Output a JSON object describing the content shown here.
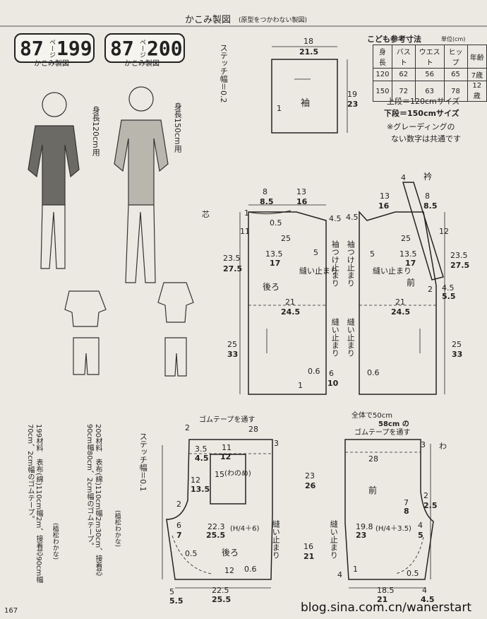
{
  "header": {
    "title": "かこみ製図",
    "subtitle": "(原型をつかわない製図)"
  },
  "badges": [
    {
      "page": "87",
      "page_label": "ページ",
      "number": "199",
      "caption": "かこみ製図"
    },
    {
      "page": "87",
      "page_label": "ページ",
      "number": "200",
      "caption": "かこみ製図"
    }
  ],
  "heights": [
    {
      "label": "身長",
      "value": "120",
      "unit": "cm用"
    },
    {
      "label": "身長",
      "value": "150",
      "unit": "cm用"
    }
  ],
  "size_table": {
    "title": "こども参考寸法",
    "unit": "単位(cm)",
    "headers": [
      "身長",
      "バスト",
      "ウエスト",
      "ヒップ",
      "年齢"
    ],
    "rows": [
      [
        "120",
        "62",
        "56",
        "65",
        "7歳"
      ],
      [
        "150",
        "72",
        "63",
        "78",
        "12歳"
      ]
    ]
  },
  "notes": {
    "upper": "上段＝120cmサイズ",
    "lower": "下段＝150cmサイズ",
    "grading1": "※グレーディングの",
    "grading2": "ない数字は共通です"
  },
  "stitch_top": "ステッチ幅＝0.2",
  "stitch_bottom": "ステッチ幅＝0.1",
  "labels": {
    "sleeve": "袖",
    "back": "後ろ",
    "front": "前",
    "collar": "衿",
    "core": "芯",
    "sleeve_stop": "袖つけ止まり",
    "sew_stop": "縫い止まり",
    "gom_tape": "ゴムテープを通す",
    "whole_tape1": "全体で50cm",
    "whole_tape2": "58cm の",
    "whole_tape3": "ゴムテープを通す",
    "fold": "(わのめ)",
    "wa": "わ"
  },
  "materials": [
    {
      "id": "199",
      "title": "材料",
      "text": "表布(綿)110cm幅2m、接着芯90cm幅70cm、2cm幅のゴムテープ。",
      "credit": "(植松わかな)"
    },
    {
      "id": "200",
      "title": "材料",
      "text": "表布(綿)110cm幅2m30cm、接着芯90cm幅80cm、2cm幅のゴムテープ。",
      "credit": "(植松わかな)"
    }
  ],
  "page_number": "167",
  "watermark": "blog.sina.com.cn/wanerstart",
  "dims": {
    "sleeve_w1": "18",
    "sleeve_w2": "21.5",
    "sleeve_h1": "19",
    "sleeve_h2": "23",
    "sleeve_1": "1",
    "back_top1": "8",
    "back_top2": "8.5",
    "back_top3": "13",
    "back_top4": "16",
    "front_top1": "13",
    "front_top2": "16",
    "front_top3": "8",
    "front_top4": "8.5",
    "n45": "4.5",
    "n05": "0.5",
    "n11": "11",
    "n25": "25",
    "n5": "5",
    "n12": "12",
    "n4": "4",
    "n2": "2",
    "n1": "1",
    "arm1": "13.5",
    "arm2": "17",
    "side_len1": "23.5",
    "side_len2": "27.5",
    "hem_w1": "21",
    "hem_w2": "24.5",
    "low1": "25",
    "low2": "33",
    "slit1": "6",
    "slit2": "10",
    "n06": "0.6",
    "f45": "4.5",
    "f55": "5.5",
    "p_28": "28",
    "p_2": "2",
    "p_3": "3",
    "p_35": "3.5",
    "p_45": "4.5",
    "p_11": "11",
    "p_12": "12",
    "p_15": "15",
    "p_135": "13.5",
    "p_6": "6",
    "p_7": "7",
    "p_05": "0.5",
    "p_hip1": "22.3",
    "p_hip2": "25.5",
    "p_hip_f": "(H/4＋6)",
    "p_12b": "12",
    "p_06": "0.6",
    "p_225": "22.5",
    "p_255": "25.5",
    "p_5": "5",
    "p_55": "5.5",
    "p_rise1": "16",
    "p_rise2": "21",
    "fp_28": "28",
    "fp_23": "23",
    "fp_26": "26",
    "fp_7": "7",
    "fp_8": "8",
    "fp_2": "2",
    "fp_25": "2.5",
    "fp_hip1": "19.8",
    "fp_hip2": "23",
    "fp_hip_f": "(H/4＋3.5)",
    "fp_4": "4",
    "fp_5": "5",
    "fp_185": "18.5",
    "fp_21": "21",
    "fp_45": "4.5",
    "fp_1": "1",
    "fp_05": "0.5"
  }
}
